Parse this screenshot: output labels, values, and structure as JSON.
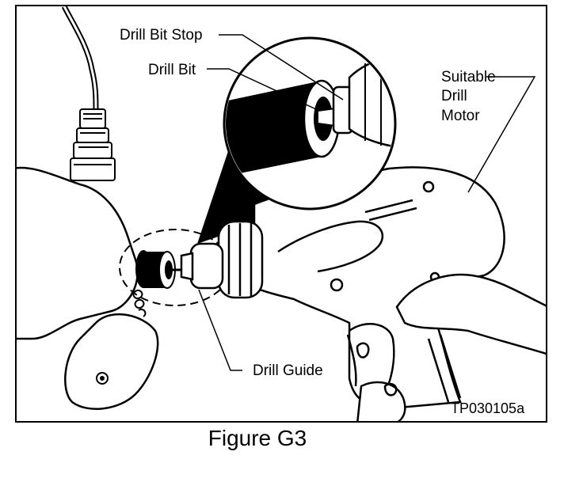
{
  "labels": {
    "drill_bit_stop": "Drill Bit Stop",
    "drill_bit": "Drill Bit",
    "suitable_drill_motor_line1": "Suitable",
    "suitable_drill_motor_line2": "Drill",
    "suitable_drill_motor_line3": "Motor",
    "drill_guide": "Drill Guide",
    "figure_code": "TP030105a"
  },
  "caption": "Figure G3"
}
